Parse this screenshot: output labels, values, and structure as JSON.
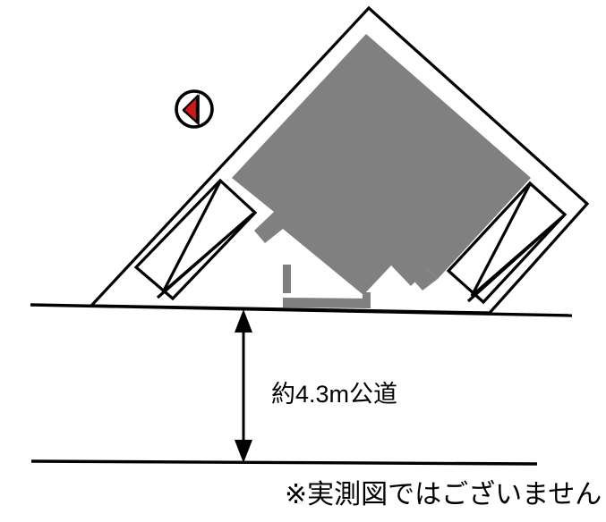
{
  "diagram": {
    "type": "property-site-plan",
    "title_visible": false,
    "background_color": "#ffffff",
    "line_color": "#000000",
    "building_color": "#808080",
    "compass_accent_color": "#d41616"
  },
  "compass": {
    "name": "north-compass",
    "orientation": "west-pointing",
    "ring_color": "#000000",
    "needle_color": "#d41616"
  },
  "road": {
    "dimension_label": "約4.3m公道",
    "upper_edge": "lot frontage line",
    "lower_edge": "far road edge"
  },
  "parking": {
    "left_space_label": "",
    "right_space_label": "",
    "count": 2
  },
  "building": {
    "label": "",
    "fill": "#808080"
  },
  "gate": {
    "label": "",
    "fill": "#808080"
  },
  "notes": {
    "disclaimer": "※実測図ではございません"
  }
}
